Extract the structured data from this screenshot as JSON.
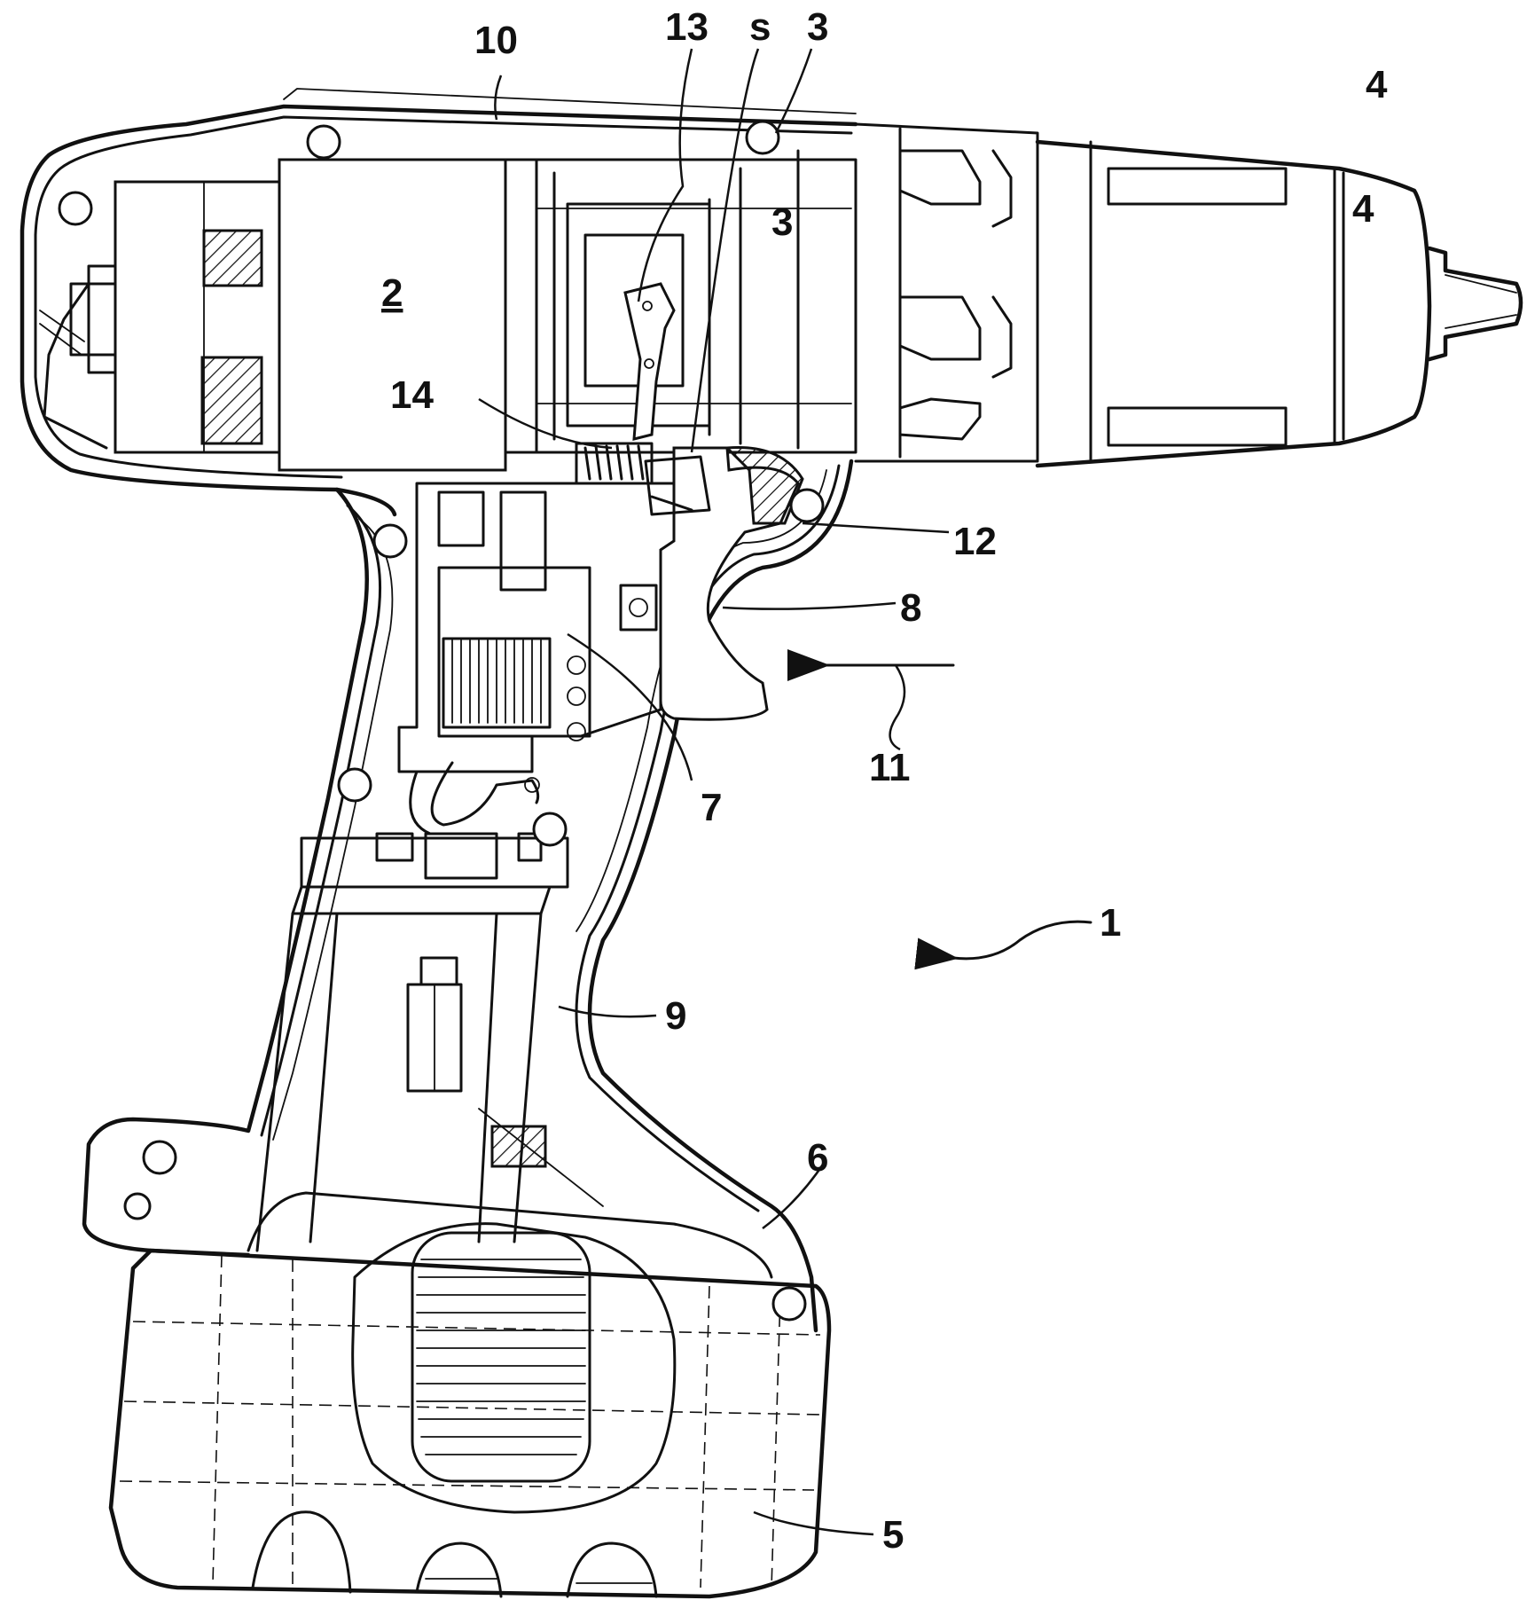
{
  "labels": {
    "l1": "1",
    "l2": "2",
    "l3": "3",
    "l4": "4",
    "l5": "5",
    "l6": "6",
    "l7": "7",
    "l8": "8",
    "l9": "9",
    "l10": "10",
    "l11": "11",
    "l12": "12",
    "l13": "13",
    "l14": "14",
    "ls": "s"
  },
  "colors": {
    "line": "#111111",
    "background": "#ffffff"
  }
}
